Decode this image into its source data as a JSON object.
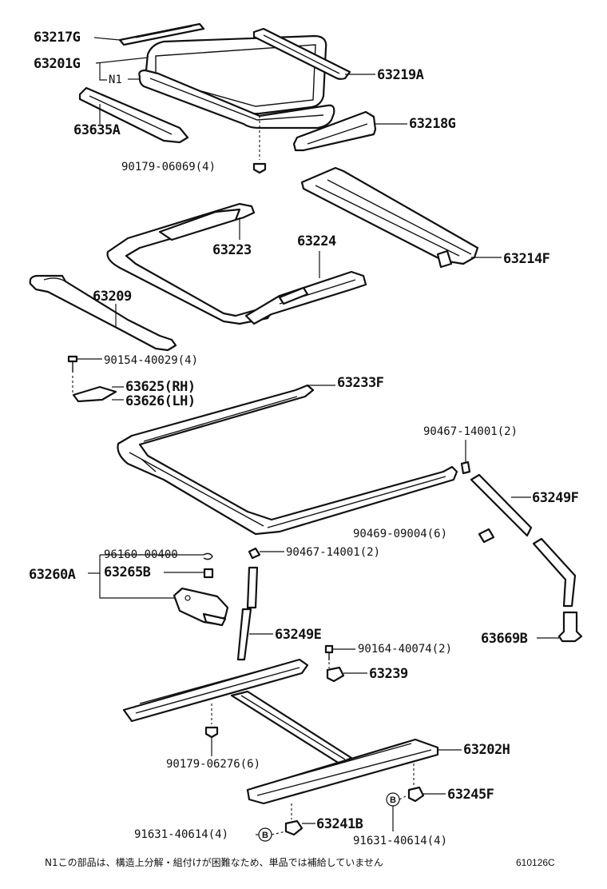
{
  "labels": {
    "p63217G": "63217G",
    "p63201G": "63201G",
    "n1": "N1",
    "p63219A": "63219A",
    "p63635A": "63635A",
    "p63218G": "63218G",
    "p90179_06069": "90179-06069(4)",
    "p63223": "63223",
    "p63224": "63224",
    "p63214F": "63214F",
    "p63209": "63209",
    "p90154_40029": "90154-40029(4)",
    "p63625": "63625(RH)",
    "p63626": "63626(LH)",
    "p63233F": "63233F",
    "p90467_14001_a": "90467-14001(2)",
    "p63249F": "63249F",
    "p90469_09004": "90469-09004(6)",
    "p96160_00400": "96160-00400",
    "p90467_14001_b": "90467-14001(2)",
    "p63260A": "63260A",
    "p63265B": "63265B",
    "p63669B": "63669B",
    "p63249E": "63249E",
    "p90164_40074": "90164-40074(2)",
    "p63239": "63239",
    "p63202H": "63202H",
    "p90179_06276": "90179-06276(6)",
    "p63245F": "63245F",
    "p91631_40614_a": "91631-40614(4)",
    "p63241B": "63241B",
    "p91631_40614_b": "91631-40614(4)"
  },
  "markers": {
    "b_left": "B",
    "b_right": "B"
  },
  "footer": {
    "note": "N1この部品は、構造上分解・組付けが困難なため、単品では補給していません",
    "code": "610126C"
  }
}
